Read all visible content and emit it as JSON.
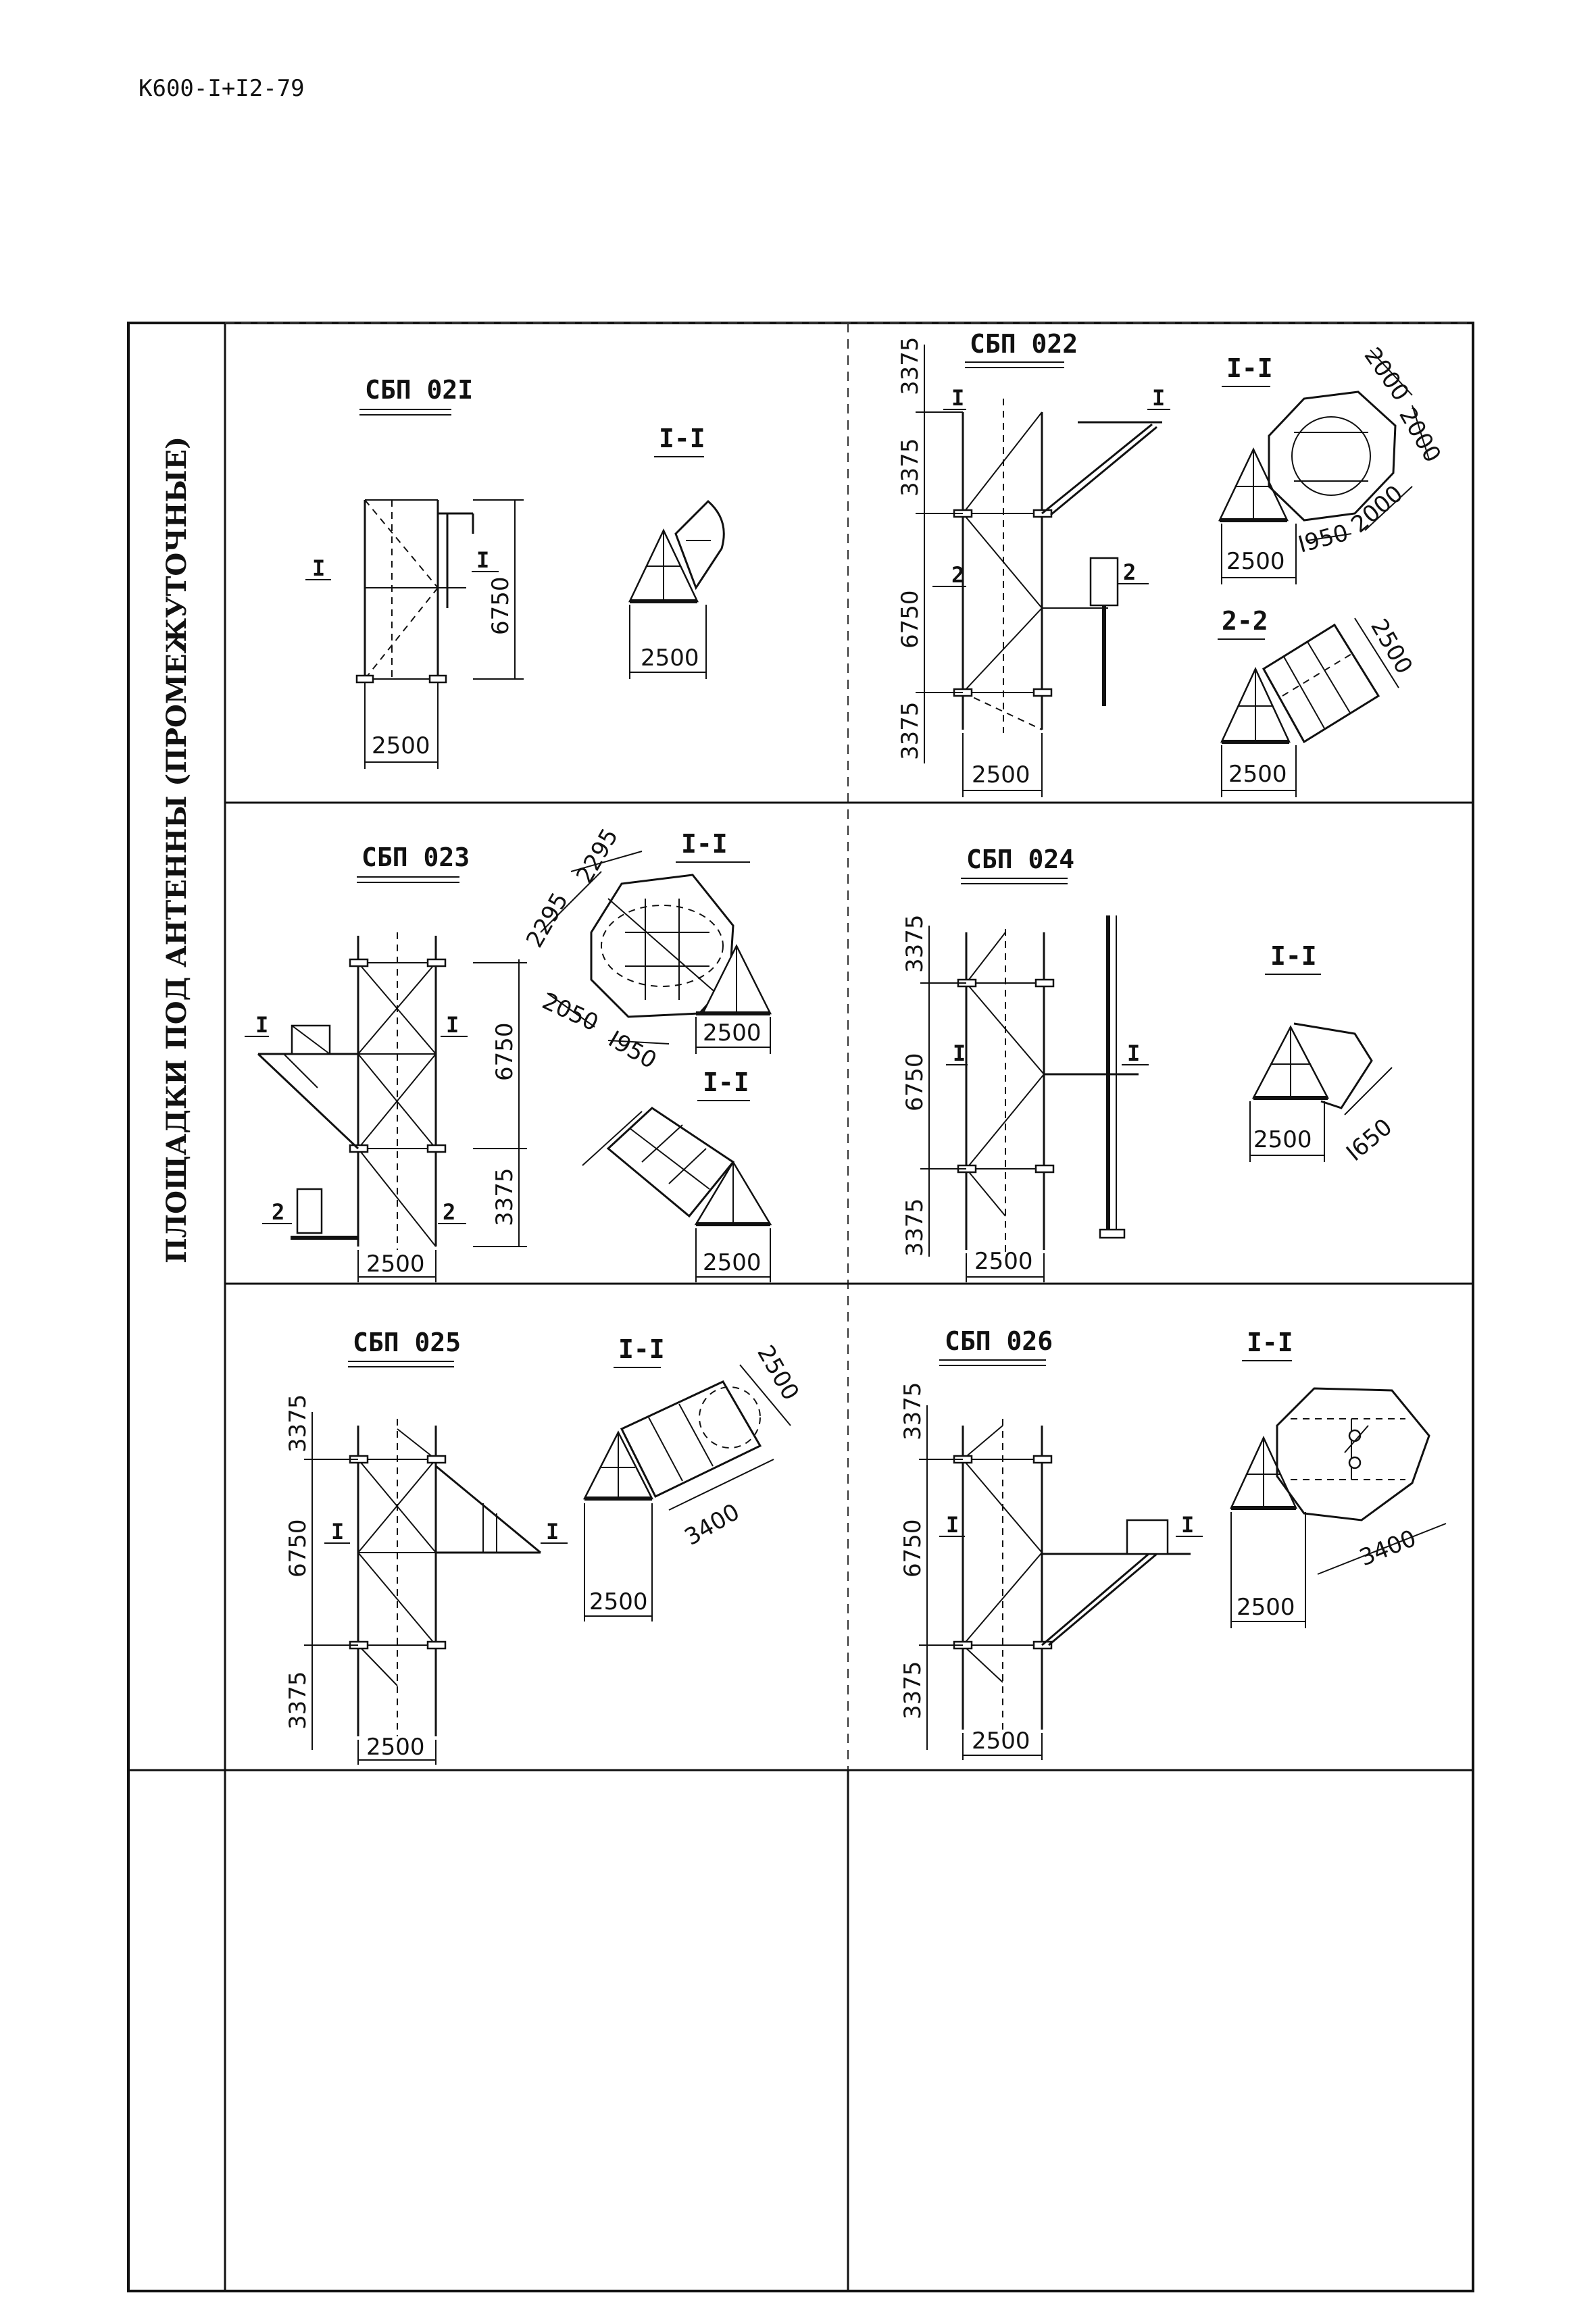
{
  "document_code": "К600-I+I2-79",
  "side_title": "ПЛОЩАДКИ ПОД АНТЕННЫ (ПРОМЕЖУТОЧНЫЕ)",
  "panels": {
    "p1": {
      "title": "СБП 02I",
      "section": "I-I",
      "mark_left": "I",
      "mark_right": "I",
      "dim_height": "6750",
      "dim_width": "2500",
      "sec_width": "2500"
    },
    "p2": {
      "title": "СБП 022",
      "section1": "I-I",
      "section2": "2-2",
      "mark_1l": "I",
      "mark_1r": "I",
      "mark_2l": "2",
      "mark_2r": "2",
      "dim_top": "3375",
      "dim_upper": "3375",
      "dim_mid": "6750",
      "dim_bot": "3375",
      "dim_width": "2500",
      "s1_d1": "2000",
      "s1_d2": "2000",
      "s1_d3": "2000",
      "s1_d4": "I950",
      "s1_w": "2500",
      "s2_d": "2500",
      "s2_w": "2500"
    },
    "p3": {
      "title": "СБП 023",
      "section1": "I-I",
      "section2": "I-I",
      "mark_1l": "I",
      "mark_1r": "I",
      "mark_2l": "2",
      "mark_2r": "2",
      "dim_h1": "6750",
      "dim_h2": "3375",
      "dim_width": "2500",
      "s1_d1": "2295",
      "s1_d2": "2295",
      "s1_d3": "2050",
      "s1_d4": "I950",
      "s1_w": "2500",
      "s2_w": "2500"
    },
    "p4": {
      "title": "СБП 024",
      "section": "I-I",
      "mark_l": "I",
      "mark_r": "I",
      "dim_top": "3375",
      "dim_mid": "6750",
      "dim_bot": "3375",
      "dim_width": "2500",
      "s_w": "2500",
      "s_d": "I650"
    },
    "p5": {
      "title": "СБП 025",
      "section": "I-I",
      "mark_l": "I",
      "mark_r": "I",
      "dim_top": "3375",
      "dim_mid": "6750",
      "dim_bot": "3375",
      "dim_width": "2500",
      "s_d1": "2500",
      "s_d2": "3400",
      "s_w": "2500"
    },
    "p6": {
      "title": "СБП 026",
      "section": "I-I",
      "mark_l": "I",
      "mark_r": "I",
      "dim_top": "3375",
      "dim_mid": "6750",
      "dim_bot": "3375",
      "dim_width": "2500",
      "s_d": "3400",
      "s_w": "2500"
    }
  }
}
